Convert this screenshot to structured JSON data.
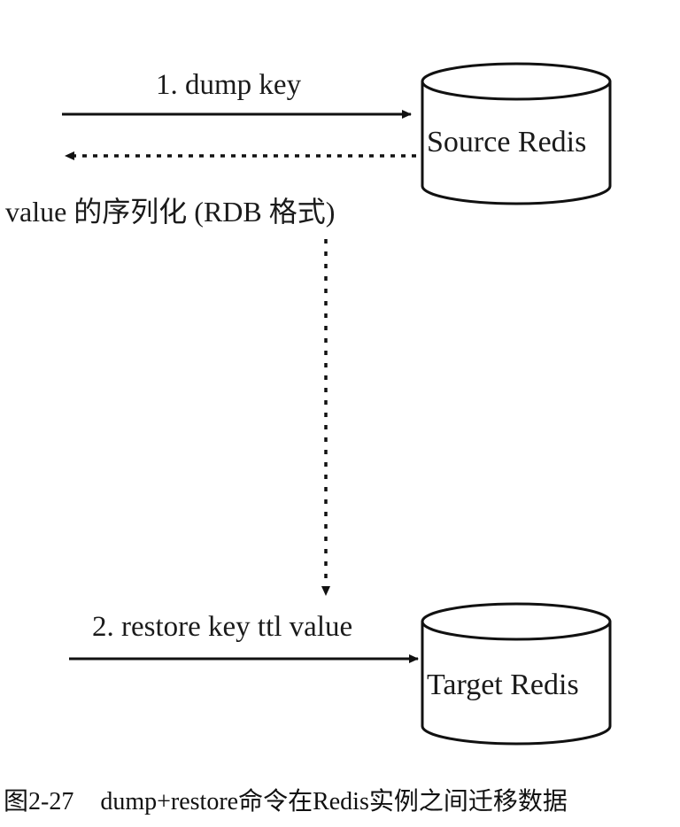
{
  "diagram": {
    "step1_label": "1. dump key",
    "return_label": "value 的序列化 (RDB 格式)",
    "step2_label": "2. restore key ttl value",
    "source_db": "Source Redis",
    "target_db": "Target Redis"
  },
  "caption": {
    "number": "图2-27",
    "text": "dump+restore命令在Redis实例之间迁移数据"
  }
}
